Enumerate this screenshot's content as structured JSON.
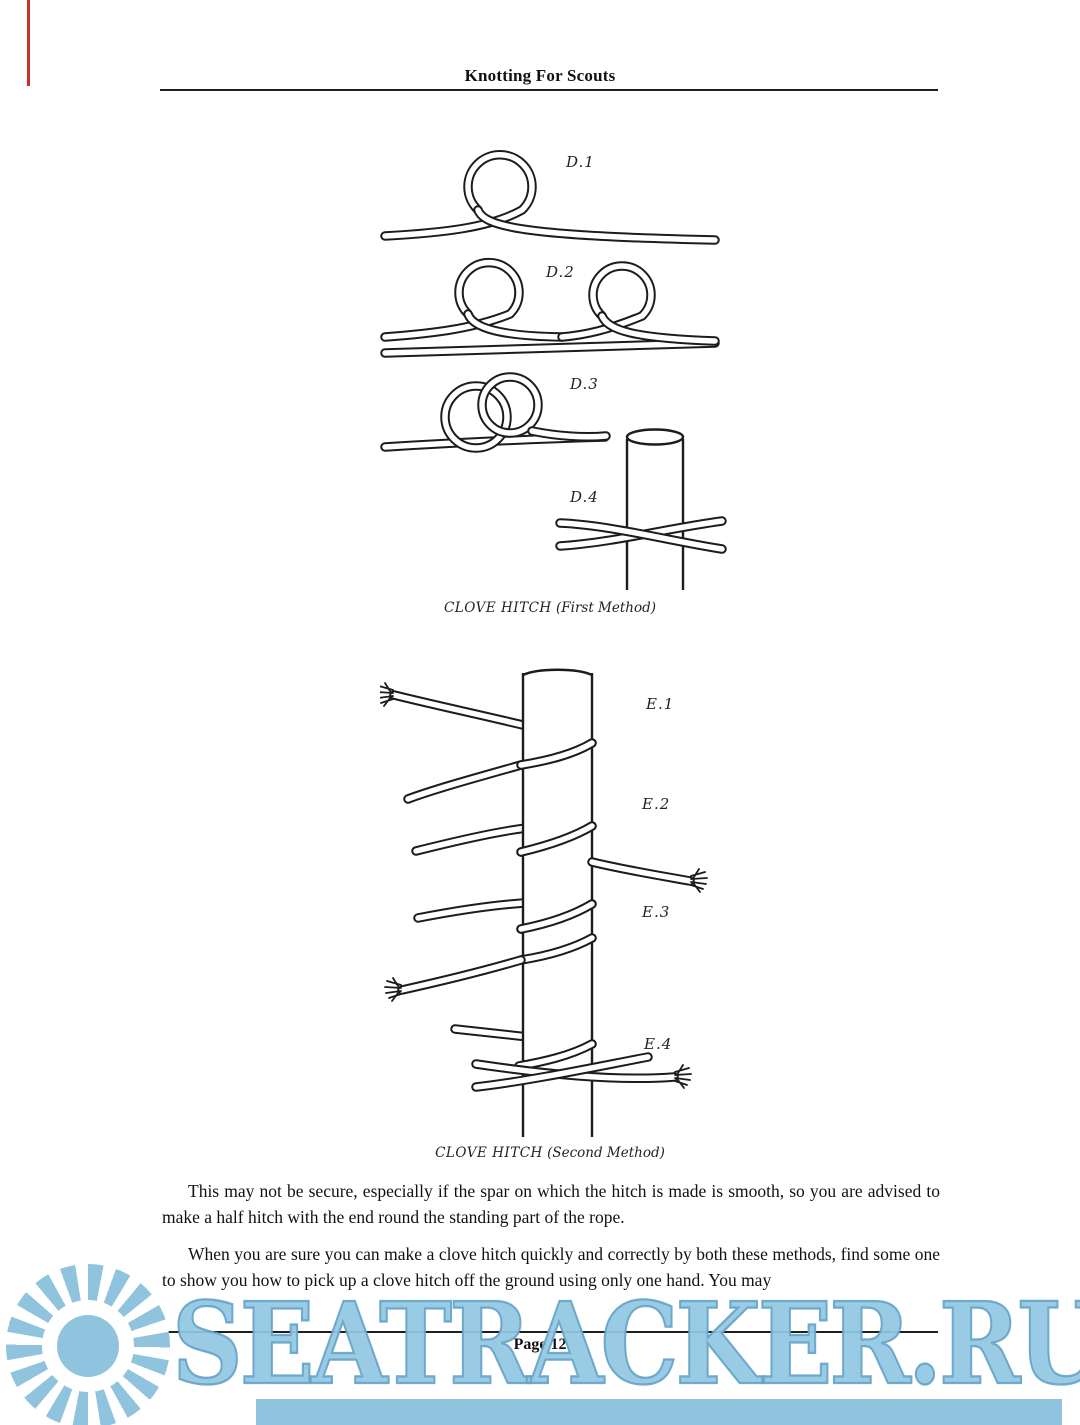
{
  "header": {
    "title": "Knotting For Scouts"
  },
  "footer": {
    "page_label": "Page 12"
  },
  "figures": {
    "first": {
      "labels": [
        "D.1",
        "D.2",
        "D.3",
        "D.4"
      ],
      "caption_title": "CLOVE HITCH",
      "caption_method": "(First Method)"
    },
    "second": {
      "labels": [
        "E.1",
        "E.2",
        "E.3",
        "E.4"
      ],
      "caption_title": "CLOVE HITCH",
      "caption_method": "(Second Method)"
    }
  },
  "body": {
    "paragraphs": [
      "This may not be secure, especially if the spar on which the hitch is made is smooth, so you are advised to make a half hitch with the end round the standing part of the rope.",
      "When you are sure you can make a clove hitch quickly and correctly by both these methods, find some one to show you how to pick up a clove hitch off the ground using only one hand. You may"
    ]
  },
  "watermark": {
    "text": "SEATRACKER.RU",
    "accent_color": "#8fc3de"
  }
}
